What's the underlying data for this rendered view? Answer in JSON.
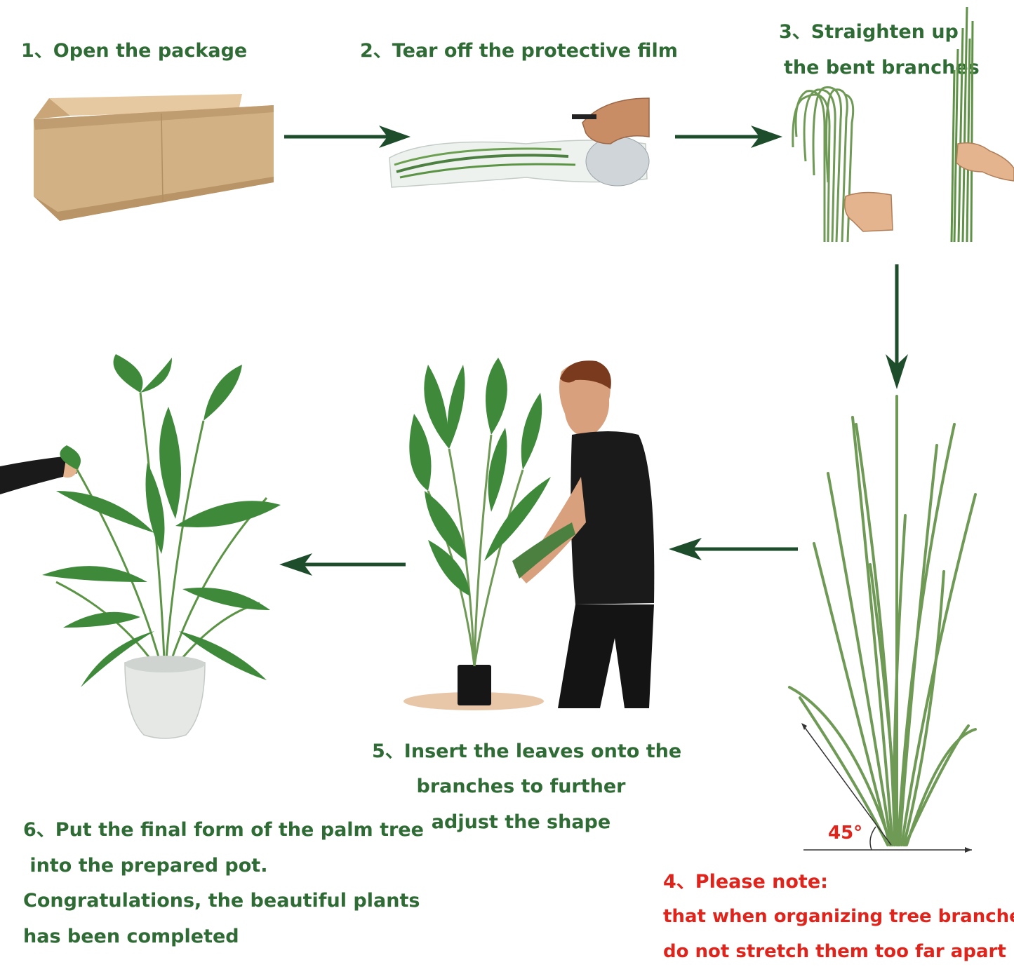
{
  "colors": {
    "step_text": "#2f6b34",
    "note_text": "#e0241b",
    "arrow": "#1e4d2b",
    "box": "#d2b184",
    "leaf": "#3e8a3a",
    "stem": "#6e9a55"
  },
  "steps": [
    {
      "number": "1、",
      "text": "Open the package",
      "icon": "cardboard-box-image"
    },
    {
      "number": "2、",
      "text": "Tear off the protective film",
      "icon": "hand-tearing-film-image"
    },
    {
      "number": "3、",
      "lines": [
        "Straighten up",
        "the bent branches"
      ],
      "icon": "hands-straightening-branches-image"
    },
    {
      "number": "4、",
      "heading": "Please note:",
      "lines": [
        "that when organizing tree branches,",
        "do not stretch them too far apart"
      ],
      "angle_label": "45°",
      "icon": "branches-angle-diagram"
    },
    {
      "number": "5、",
      "lines": [
        "Insert the leaves onto the",
        "branches to further",
        "adjust the shape"
      ],
      "icon": "man-assembling-palm-image"
    },
    {
      "number": "6、",
      "lines": [
        "Put the final form of the palm tree",
        " into the prepared pot.",
        "Congratulations, the beautiful plants",
        "has been completed"
      ],
      "icon": "potted-palm-image"
    }
  ]
}
